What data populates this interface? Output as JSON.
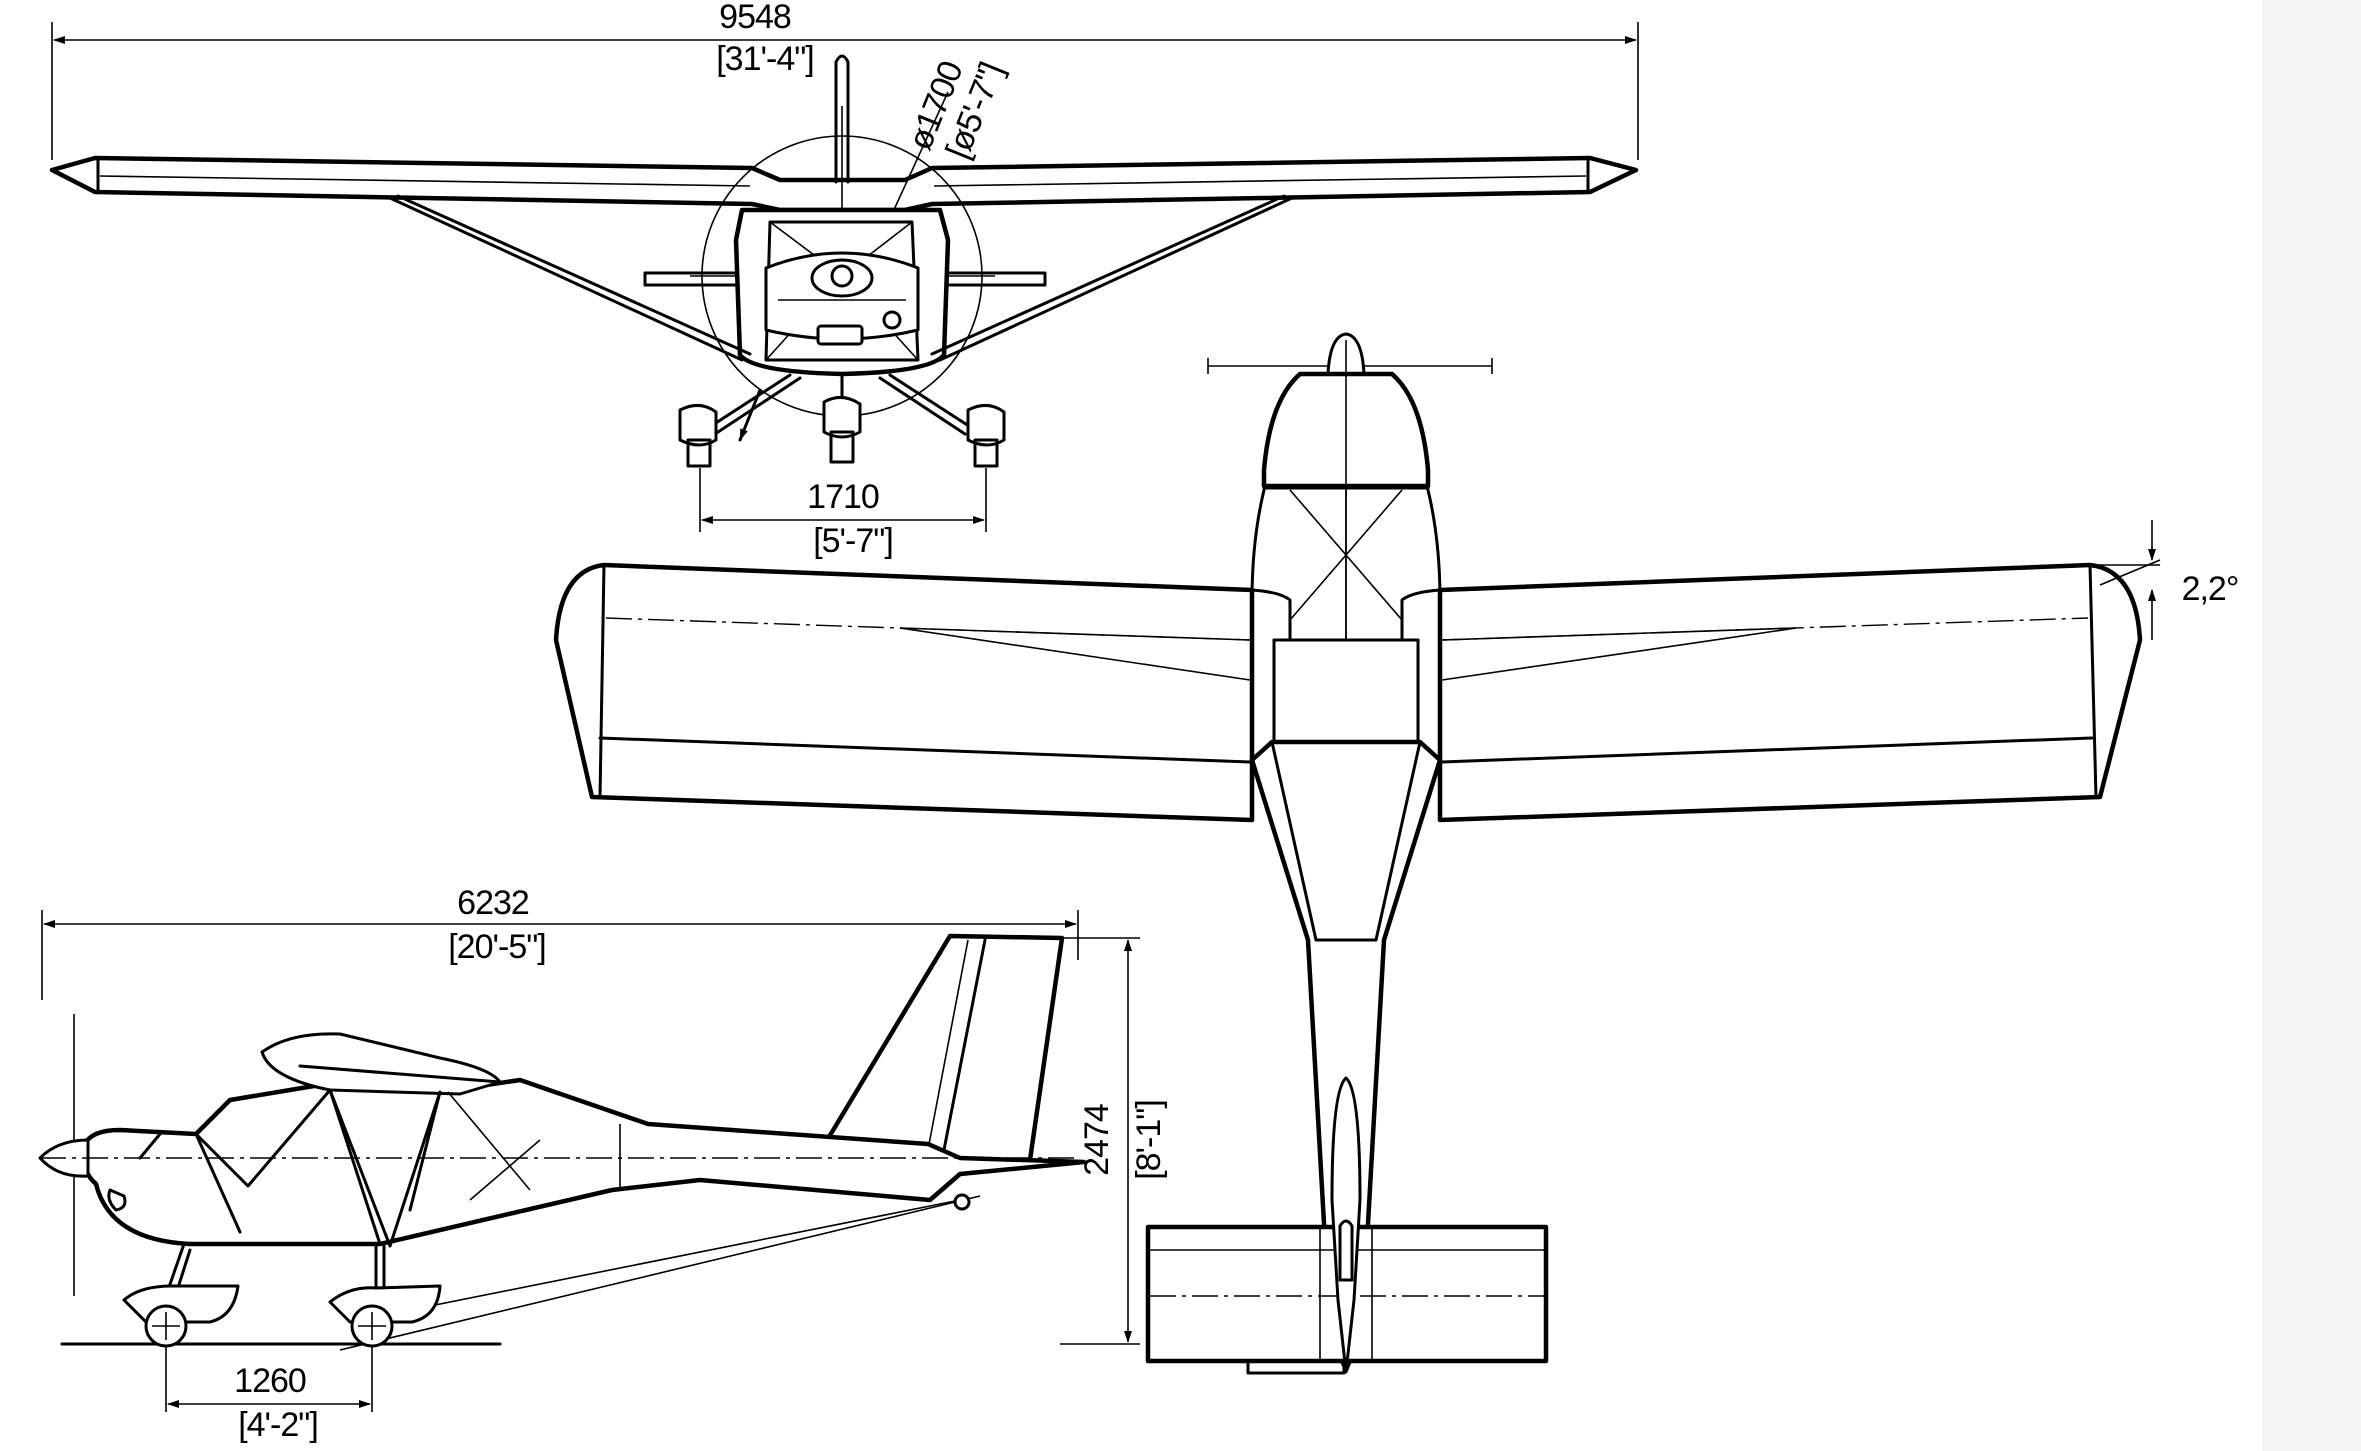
{
  "drawing": {
    "front_view": {
      "span_mm": "9548",
      "span_imperial": "[31'-4\"]",
      "prop_diameter_mm": "ø1700",
      "prop_diameter_imperial": "[ø5'-7\"]",
      "track_mm": "1710",
      "track_imperial": "[5'-7\"]"
    },
    "top_view": {
      "dihedral": "2,2°"
    },
    "side_view": {
      "length_mm": "6232",
      "length_imperial": "[20'-5\"]",
      "height_mm": "2474",
      "height_imperial": "[8'-1\"]",
      "wheelbase_mm": "1260",
      "wheelbase_imperial": "[4'-2\"]"
    }
  }
}
